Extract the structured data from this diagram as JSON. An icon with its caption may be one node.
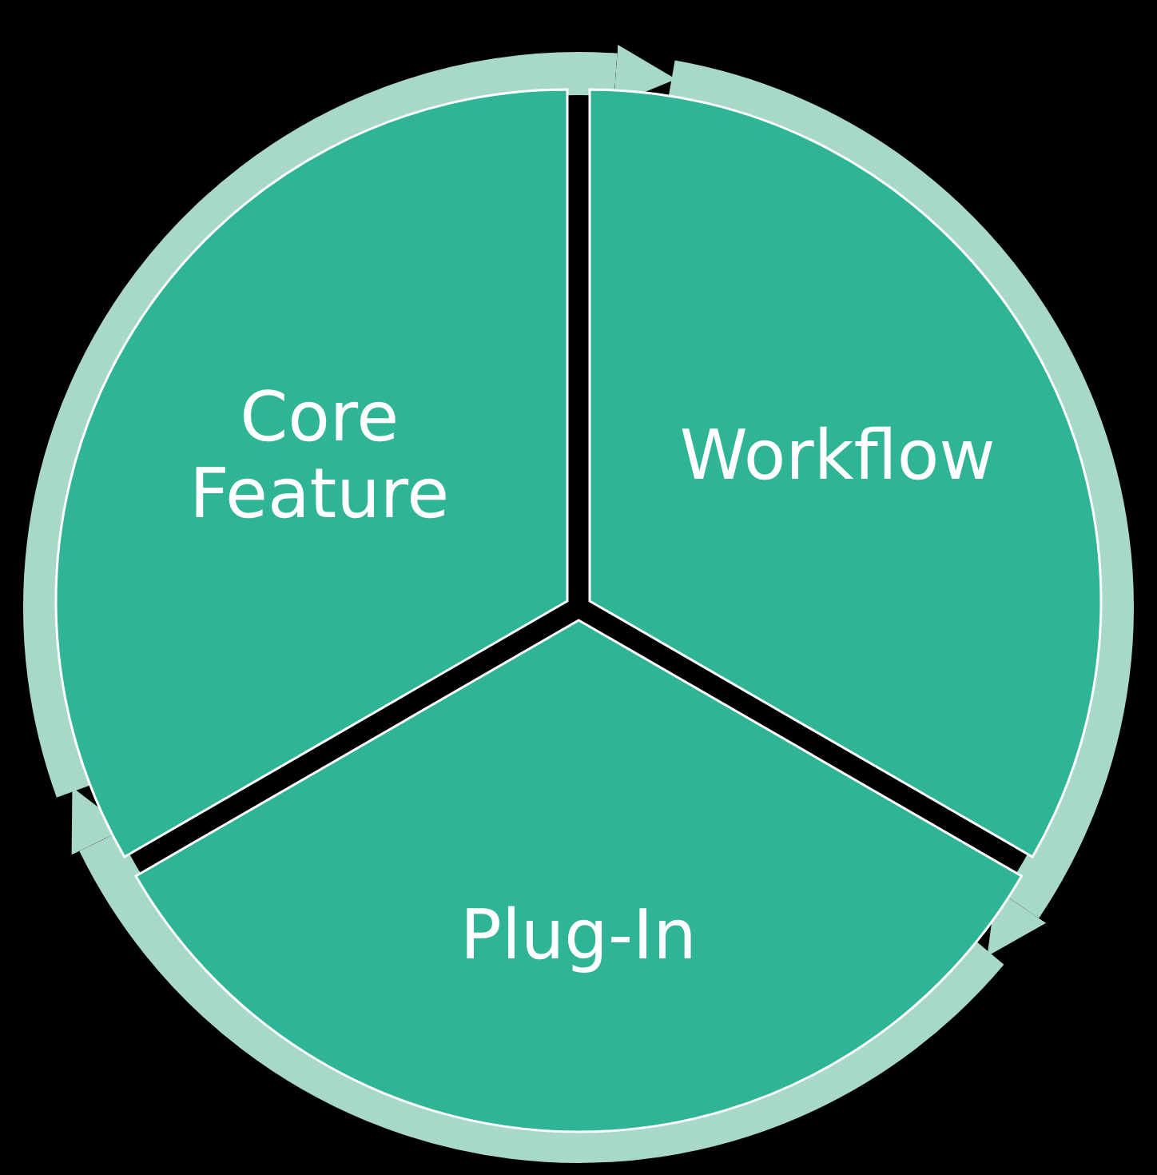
{
  "diagram": {
    "nodes": [
      {
        "text": [
          "Core Feature"
        ]
      },
      {
        "text": [
          "Workflow"
        ]
      },
      {
        "text": [
          "Plug-In"
        ]
      }
    ],
    "edges": [
      {
        "from": 0,
        "to": 1,
        "arrow": "to"
      },
      {
        "from": 1,
        "to": 2,
        "arrow": "to"
      },
      {
        "from": 2,
        "to": 0,
        "arrow": "to"
      }
    ]
  }
}
